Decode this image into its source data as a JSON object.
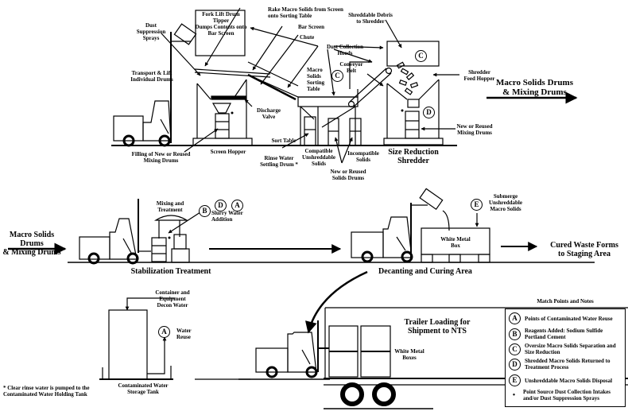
{
  "stage1": {
    "labels": {
      "dust_suppression": "Dust\nSuppression\nSprays",
      "transport_lift": "Transport & Lift\nIndividual Drums",
      "fork_lift_tipper": "Fork Lift Drum Tipper\nDumps Contents onto\nBar Screen",
      "rake_macro": "Rake Macro Solids from Screen\nonto Sorting Table",
      "bar_screen": "Bar Screen",
      "chute": "Chute",
      "dust_collection": "Dust Collection\nHoods",
      "shreddable_debris": "Shreddable Debris\nto Shredder",
      "conveyor_belt": "Conveyor\nBelt",
      "macro_sorting_table": "Macro\nSolids\nSorting\nTable",
      "shredder_feed_hopper": "Shredder\nFeed Hopper",
      "discharge_valve": "Discharge\nValve",
      "filling_drums": "Filling of New or Reused\nMixing Drums",
      "screen_hopper": "Screen Hopper",
      "sort_table": "Sort Table",
      "rinse_water": "Rinse Water\nSettling Drum *",
      "compatible": "Compatible\nUnshreddable\nSolids",
      "incompatible": "Incompatible\nSolids",
      "new_reused_solids": "New or Reused\nSolids Drums",
      "new_reused_mixing": "New or Reused\nMixing Drums",
      "size_reduction": "Size Reduction\nShredder",
      "flow_out": "Macro Solids Drums\n& Mixing Drums"
    }
  },
  "stage2": {
    "labels": {
      "flow_in": "Macro Solids Drums\n& Mixing Drums",
      "mixing_treatment": "Mixing and\nTreatment",
      "slurry_water": "Slurry Water\nAddition",
      "stabilization": "Stabilization Treatment",
      "submerge": "Submerge\nUnshreddable\nMacro Solids",
      "white_metal_box": "White Metal\nBox",
      "cured_waste": "Cured Waste Forms\nto Staging Area",
      "decanting": "Decanting and Curing Area"
    }
  },
  "stage3": {
    "labels": {
      "container_decon": "Container and\nEquipment\nDecon Water",
      "water_reuse": "Water\nReuse",
      "storage_tank": "Contaminated Water\nStorage Tank",
      "footnote": "* Clear rinse water is pumped to the\n  Contaminated Water Holding Tank",
      "trailer_loading": "Trailer Loading for\nShipment to NTS",
      "white_metal_boxes": "White Metal\nBoxes"
    }
  },
  "match_points": {
    "A": "A",
    "B": "B",
    "C": "C",
    "D": "D",
    "E": "E"
  },
  "legend": {
    "title": "Match Points and Notes",
    "items": [
      {
        "key": "A",
        "text": "Points of Contaminated Water Reuse"
      },
      {
        "key": "B",
        "text": "Reagents Added:  Sodium Sulfide\nPortland Cement"
      },
      {
        "key": "C",
        "text": "Oversize Macro Solids Separation and\nSize Reduction"
      },
      {
        "key": "D",
        "text": "Shredded Macro Solids Returned to\nTreatment Process"
      },
      {
        "key": "E",
        "text": "Unshreddable Macro Solids Disposal"
      },
      {
        "key": "•",
        "text": "Point Source Dust Collection Intakes\nand/or Dust Suppression Sprays"
      }
    ]
  }
}
